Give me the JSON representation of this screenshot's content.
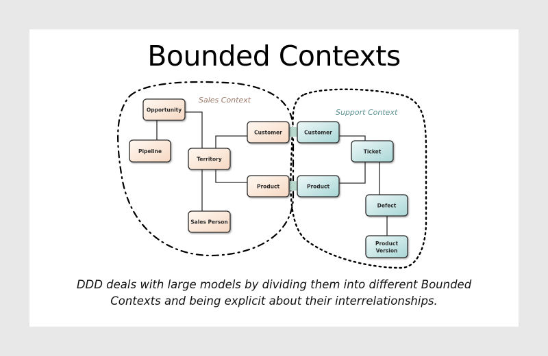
{
  "slide": {
    "title": "Bounded Contexts",
    "caption_lines": [
      "DDD deals with large models by dividing them into different Bounded",
      "Contexts and being explicit about their interrelationships."
    ]
  },
  "colors": {
    "page_background": "#e8e8e8",
    "card_background": "#ffffff",
    "sales_node_fill": "#fbe6d6",
    "support_node_fill": "#cde9e8",
    "sales_label_color": "#9a7a6a",
    "support_label_color": "#5e9292",
    "shared_link_color": "#b9d8cd"
  },
  "contexts": {
    "sales": {
      "label": "Sales Context",
      "nodes": [
        "Opportunity",
        "Pipeline",
        "Territory",
        "Customer",
        "Product",
        "Sales Person"
      ]
    },
    "support": {
      "label": "Support Context",
      "nodes": [
        "Customer",
        "Ticket",
        "Product",
        "Defect",
        "Product Version"
      ]
    }
  },
  "nodes": {
    "opportunity": [
      "Opportunity"
    ],
    "pipeline": [
      "Pipeline"
    ],
    "territory": [
      "Territory"
    ],
    "sales_customer": [
      "Customer"
    ],
    "sales_product": [
      "Product"
    ],
    "sales_person": [
      "Sales Person"
    ],
    "support_customer": [
      "Customer"
    ],
    "ticket": [
      "Ticket"
    ],
    "support_product": [
      "Product"
    ],
    "defect": [
      "Defect"
    ],
    "product_version": [
      "Product",
      "Version"
    ]
  },
  "relationships": [
    [
      "Opportunity",
      "Pipeline"
    ],
    [
      "Opportunity",
      "Territory"
    ],
    [
      "Territory",
      "Customer (Sales)"
    ],
    [
      "Territory",
      "Product (Sales)"
    ],
    [
      "Territory",
      "Sales Person"
    ],
    [
      "Customer (Sales)",
      "Customer (Support)"
    ],
    [
      "Product (Sales)",
      "Product (Support)"
    ],
    [
      "Customer (Support)",
      "Ticket"
    ],
    [
      "Product (Support)",
      "Ticket"
    ],
    [
      "Ticket",
      "Defect"
    ],
    [
      "Defect",
      "Product Version"
    ]
  ]
}
